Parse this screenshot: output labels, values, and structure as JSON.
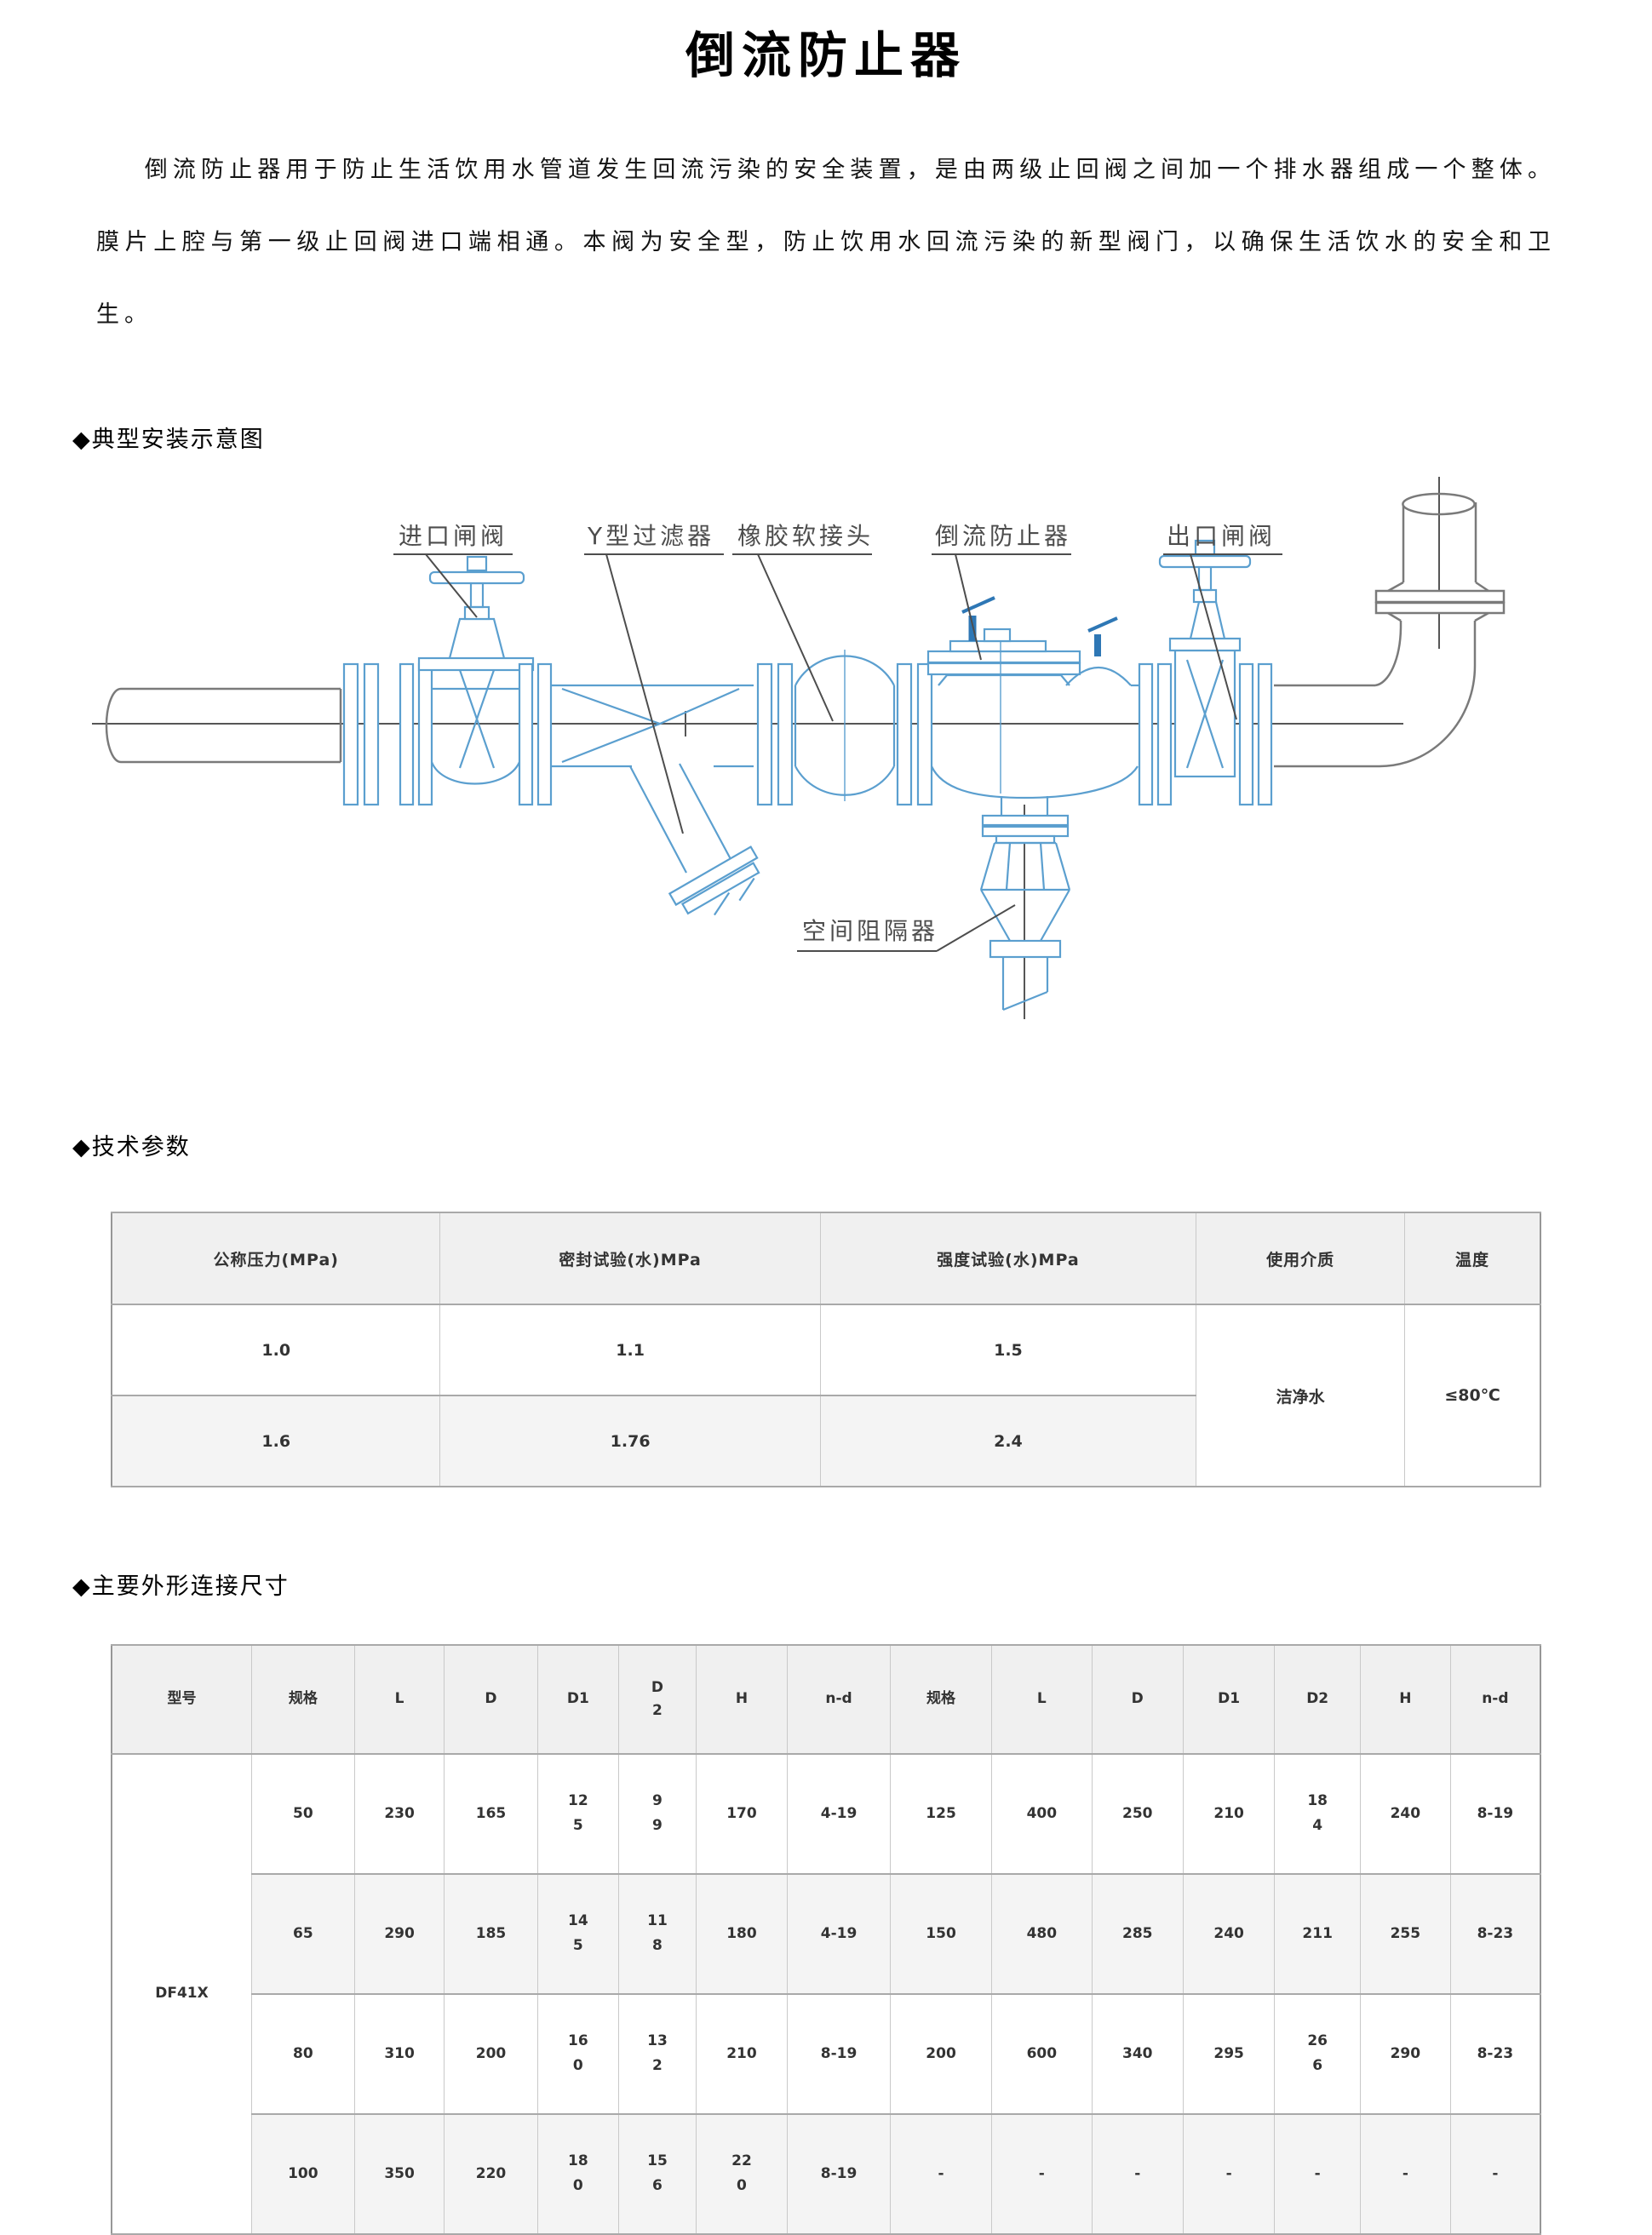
{
  "page": {
    "title": "倒流防止器",
    "intro": "倒流防止器用于防止生活饮用水管道发生回流污染的安全装置，是由两级止回阀之间加一个排水器组成一个整体。膜片上腔与第一级止回阀进口端相通。本阀为安全型，防止饮用水回流污染的新型阀门，以确保生活饮水的安全和卫生。"
  },
  "sections": {
    "diagram": "◆典型安装示意图",
    "tech": "◆技术参数",
    "dims": "◆主要外形连接尺寸"
  },
  "diagram": {
    "labels": {
      "inlet_valve": "进口闸阀",
      "y_strainer": "Y型过滤器",
      "rubber_joint": "橡胶软接头",
      "backflow_preventer": "倒流防止器",
      "outlet_valve": "出口闸阀",
      "air_gap": "空间阻隔器"
    },
    "colors": {
      "equipment_blue": "#5b9fcf",
      "cock_blue": "#2e77b5",
      "pipe_gray": "#7a7a7a",
      "centerline_gray": "#565656",
      "label_gray": "#4d4d4d"
    }
  },
  "tech_table": {
    "headers": [
      "公称压力(MPa)",
      "密封试验(水)MPa",
      "强度试验(水)MPa",
      "使用介质",
      "温度"
    ],
    "rows": [
      [
        "1.0",
        "1.1",
        "1.5"
      ],
      [
        "1.6",
        "1.76",
        "2.4"
      ]
    ],
    "medium": "洁净水",
    "temperature": "≤80℃"
  },
  "dim_table": {
    "headers": [
      "型号",
      "规格",
      "L",
      "D",
      "D1",
      "D\n2",
      "H",
      "n-d",
      "规格",
      "L",
      "D",
      "D1",
      "D2",
      "H",
      "n-d"
    ],
    "model": "DF41X",
    "rows": [
      [
        "50",
        "230",
        "165",
        "12\n5",
        "9\n9",
        "170",
        "4-19",
        "125",
        "400",
        "250",
        "210",
        "18\n4",
        "240",
        "8-19"
      ],
      [
        "65",
        "290",
        "185",
        "14\n5",
        "11\n8",
        "180",
        "4-19",
        "150",
        "480",
        "285",
        "240",
        "211",
        "255",
        "8-23"
      ],
      [
        "80",
        "310",
        "200",
        "16\n0",
        "13\n2",
        "210",
        "8-19",
        "200",
        "600",
        "340",
        "295",
        "26\n6",
        "290",
        "8-23"
      ],
      [
        "100",
        "350",
        "220",
        "18\n0",
        "15\n6",
        "22\n0",
        "8-19",
        "-",
        "-",
        "-",
        "-",
        "-",
        "-",
        "-"
      ]
    ]
  }
}
